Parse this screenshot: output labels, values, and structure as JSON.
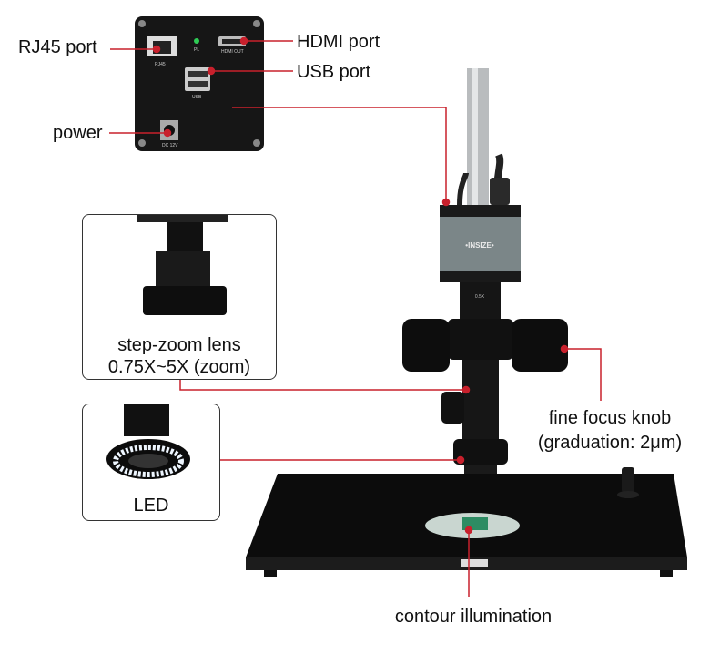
{
  "labels": {
    "rj45": "RJ45 port",
    "hdmi": "HDMI port",
    "usb": "USB port",
    "power": "power",
    "zoom_lens_title": "step-zoom lens",
    "zoom_lens_range": "0.75X~5X (zoom)",
    "focus_title": "fine focus knob",
    "focus_detail": "(graduation: 2μm)",
    "led": "LED",
    "contour": "contour illumination"
  },
  "panel": {
    "rj45": "RJ45",
    "pl": "PL",
    "hdmi": "HDMI OUT",
    "usb": "USB",
    "dc": "DC 12V"
  },
  "brand": "INSIZE",
  "lens_marking": "0.5X",
  "colors": {
    "callout": "#c8202c",
    "camera": "#7b8688",
    "body": "#141414"
  }
}
